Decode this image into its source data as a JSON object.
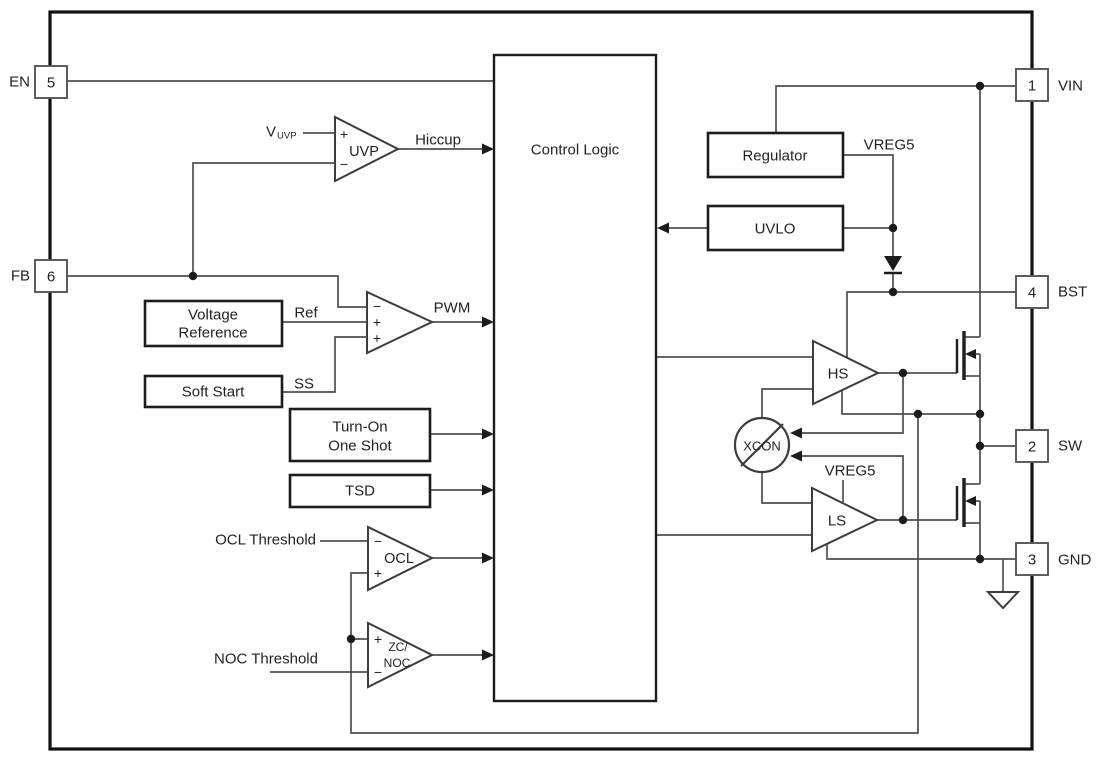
{
  "colors": {
    "ink": "#231f20",
    "wire": "#4f4f4f",
    "background": "#ffffff"
  },
  "pins": {
    "en": {
      "number": "5",
      "label": "EN"
    },
    "fb": {
      "number": "6",
      "label": "FB"
    },
    "vin": {
      "number": "1",
      "label": "VIN"
    },
    "bst": {
      "number": "4",
      "label": "BST"
    },
    "sw": {
      "number": "2",
      "label": "SW"
    },
    "gnd": {
      "number": "3",
      "label": "GND"
    }
  },
  "blocks": {
    "control_logic": "Control Logic",
    "regulator": "Regulator",
    "uvlo": "UVLO",
    "voltage_reference_l1": "Voltage",
    "voltage_reference_l2": "Reference",
    "soft_start": "Soft Start",
    "turn_on_one_shot_l1": "Turn-On",
    "turn_on_one_shot_l2": "One Shot",
    "tsd": "TSD"
  },
  "comparators": {
    "uvp": "UVP",
    "ocl": "OCL",
    "zc_noc_l1": "ZC/",
    "zc_noc_l2": "NOC"
  },
  "drivers": {
    "hs": "HS",
    "ls": "LS"
  },
  "xcon": "XCON",
  "signals": {
    "hiccup": "Hiccup",
    "pwm": "PWM",
    "ref": "Ref",
    "ss": "SS",
    "vreg5": "VREG5",
    "v_uvp_main": "V",
    "v_uvp_sub": "UVP",
    "ocl_threshold": "OCL Threshold",
    "noc_threshold": "NOC Threshold"
  },
  "symbols": {
    "plus": "+",
    "minus": "−"
  }
}
